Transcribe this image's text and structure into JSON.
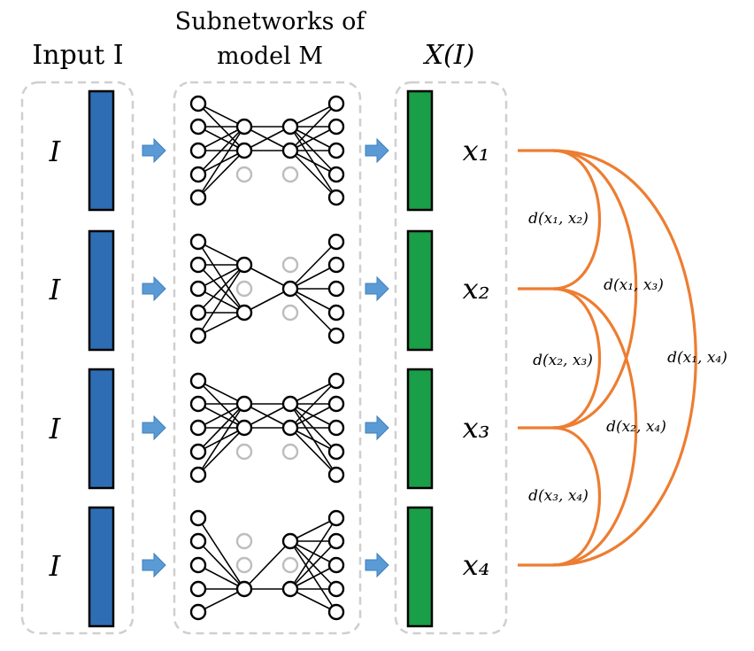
{
  "headers": {
    "input": "Input I",
    "subnetworks_line1": "Subnetworks of",
    "subnetworks_line2": "model M",
    "output": "X(I)"
  },
  "rows": [
    {
      "input_label": "I",
      "output_label": "x₁"
    },
    {
      "input_label": "I",
      "output_label": "x₂"
    },
    {
      "input_label": "I",
      "output_label": "x₃"
    },
    {
      "input_label": "I",
      "output_label": "x₄"
    }
  ],
  "distances": [
    {
      "label": "d(x₁, x₂)",
      "from": 1,
      "to": 2
    },
    {
      "label": "d(x₁, x₃)",
      "from": 1,
      "to": 3
    },
    {
      "label": "d(x₂, x₃)",
      "from": 2,
      "to": 3
    },
    {
      "label": "d(x₁, x₄)",
      "from": 1,
      "to": 4
    },
    {
      "label": "d(x₂, x₄)",
      "from": 2,
      "to": 4
    },
    {
      "label": "d(x₃, x₄)",
      "from": 3,
      "to": 4
    }
  ],
  "subnetworks": [
    {
      "hidden1_active": [
        true,
        true,
        false
      ],
      "hidden2_active": [
        true,
        true,
        false
      ]
    },
    {
      "hidden1_active": [
        true,
        false,
        true
      ],
      "hidden2_active": [
        false,
        true,
        false
      ]
    },
    {
      "hidden1_active": [
        true,
        true,
        false
      ],
      "hidden2_active": [
        true,
        true,
        false
      ]
    },
    {
      "hidden1_active": [
        false,
        false,
        true
      ],
      "hidden2_active": [
        true,
        false,
        true
      ]
    }
  ],
  "colors": {
    "input_bar": "#2e6db3",
    "output_bar": "#1a9e47",
    "arrow": "#5b9bd5",
    "distance_curve": "#ed7d31",
    "panel_border": "#cfcfcf",
    "inactive_node": "#bdbdbd"
  }
}
